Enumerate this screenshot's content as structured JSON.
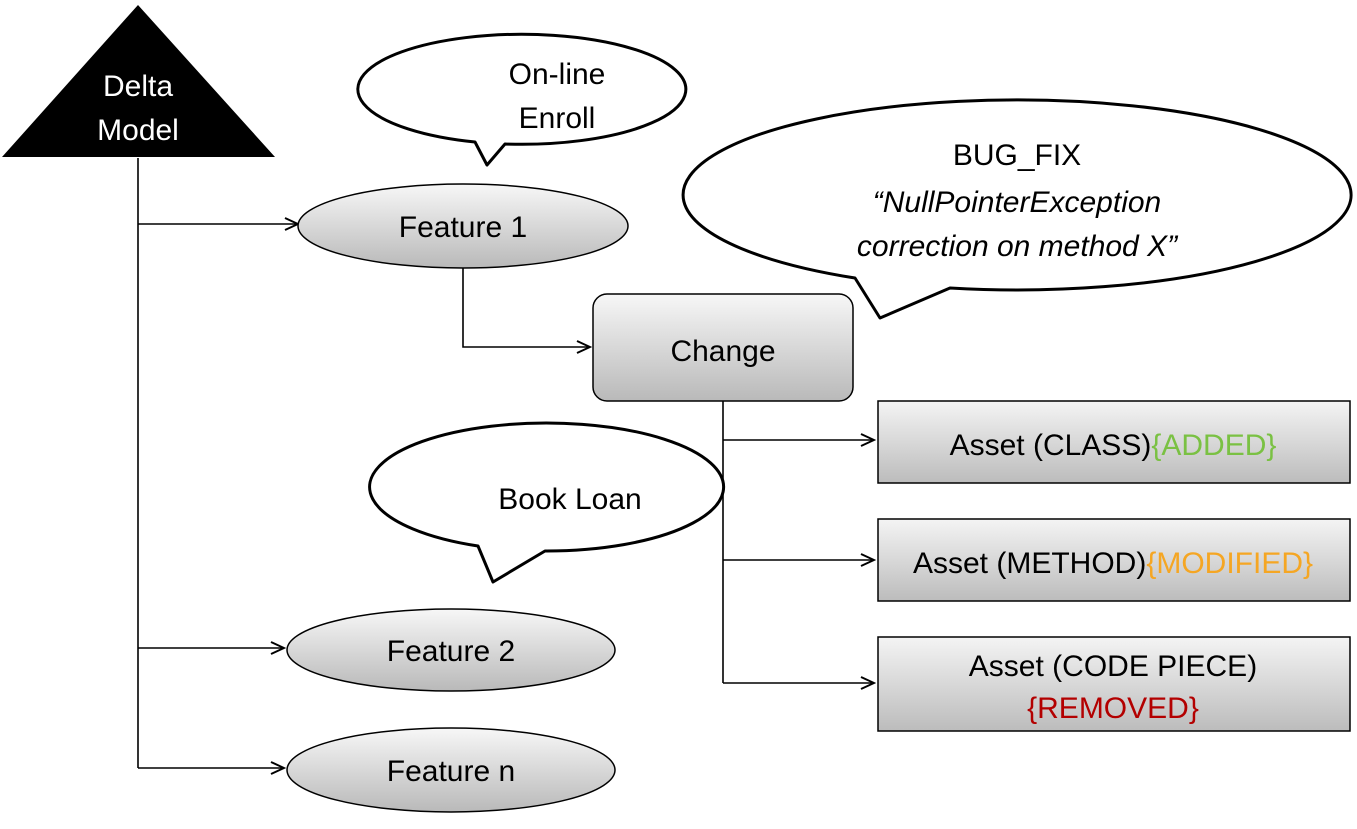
{
  "root": {
    "line1": "Delta",
    "line2": "Model"
  },
  "features": {
    "f1": "Feature 1",
    "f2": "Feature 2",
    "fn": "Feature n"
  },
  "change": {
    "label": "Change"
  },
  "callouts": {
    "online": {
      "line1": "On-line",
      "line2": "Enroll"
    },
    "bugfix": {
      "line1": "BUG_FIX",
      "line2": "“NullPointerException",
      "line3": "correction on method X”"
    },
    "bookloan": {
      "line1": "Book Loan"
    }
  },
  "assets": [
    {
      "text": "Asset (CLASS)",
      "status": "{ADDED}",
      "status_color": "#7ac143"
    },
    {
      "text": "Asset (METHOD)",
      "status": "{MODIFIED}",
      "status_color": "#f5a623"
    },
    {
      "text": "Asset (CODE PIECE)",
      "status": "{REMOVED}",
      "status_color": "#b30000"
    }
  ]
}
